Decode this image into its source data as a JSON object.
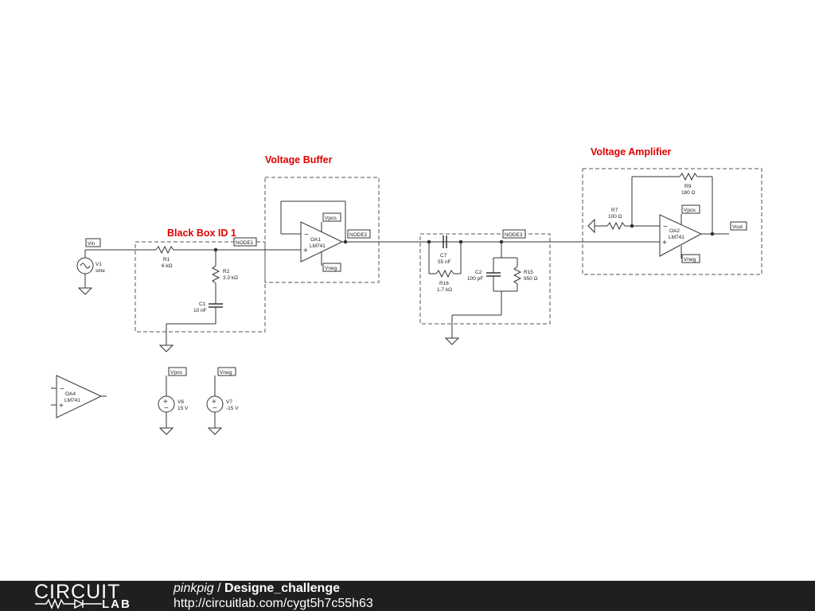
{
  "colors": {
    "wire": "#333333",
    "box": "#555555",
    "title": "#e00000",
    "footer_bg": "#1f1f1f"
  },
  "sections": {
    "black_box": "Black Box ID 1",
    "buffer": "Voltage Buffer",
    "amplifier": "Voltage Amplifier"
  },
  "nodes": {
    "vin": "Vin",
    "node1": "NODE1",
    "node2": "NODE2",
    "node3": "NODE3",
    "vout": "Vout",
    "vpos": "Vpos",
    "vneg": "Vneg"
  },
  "components": {
    "v1": {
      "name": "V1",
      "value": "sine"
    },
    "r1": {
      "name": "R1",
      "value": "6 kΩ"
    },
    "r2": {
      "name": "R2",
      "value": "3.3 kΩ"
    },
    "c1": {
      "name": "C1",
      "value": "10 nF"
    },
    "oa1": {
      "name": "OA1",
      "model": "LM741"
    },
    "c7": {
      "name": "C7",
      "value": "55 nF"
    },
    "r16": {
      "name": "R16",
      "value": "1.7 kΩ"
    },
    "c2": {
      "name": "C2",
      "value": "100 pF"
    },
    "r15": {
      "name": "R15",
      "value": "950 Ω"
    },
    "r7": {
      "name": "R7",
      "value": "100 Ω"
    },
    "r9": {
      "name": "R9",
      "value": "180 Ω"
    },
    "oa2": {
      "name": "OA2",
      "model": "LM741"
    },
    "oa4": {
      "name": "OA4",
      "model": "LM741"
    },
    "v6": {
      "name": "V6",
      "value": "15 V"
    },
    "v7": {
      "name": "V7",
      "value": "-15 V"
    }
  },
  "opamp_pins": {
    "minus": "−",
    "plus": "+"
  },
  "footer": {
    "brand_top": "CIRCUIT",
    "brand_bottom": "LAB",
    "user": "pinkpig",
    "separator": " / ",
    "project": "Designe_challenge",
    "url": "http://circuitlab.com/cygt5h7c55h63"
  }
}
